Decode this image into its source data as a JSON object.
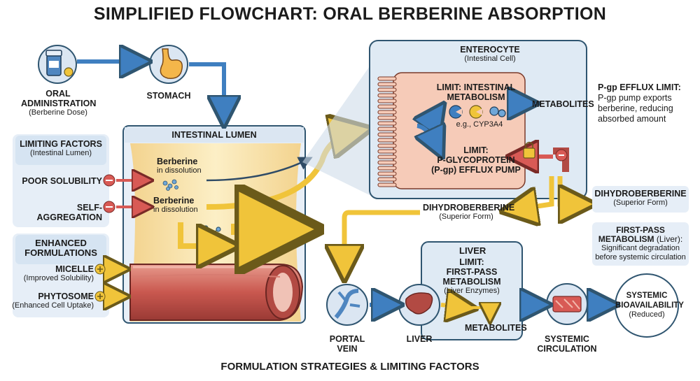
{
  "title": "SIMPLIFIED FLOWCHART: ORAL BERBERINE ABSORPTION",
  "footer": "FORMULATION STRATEGIES & LIMITING FACTORS",
  "oral": {
    "label1": "ORAL",
    "label2": "ADMINISTRATION",
    "sub": "(Berberine Dose)"
  },
  "stomach": {
    "label": "STOMACH"
  },
  "lumen": {
    "title": "INTESTINAL LUMEN",
    "berberine1": "Berberine",
    "berberine1_sub": "in dissolution",
    "berberine2": "Berberine",
    "berberine2_sub": "in dissolution"
  },
  "limiting": {
    "title": "LIMITING FACTORS",
    "sub": "(Intestinal Lumen)",
    "item1": "POOR SOLUBILITY",
    "item2": "SELF-AGGREGATION"
  },
  "enhanced": {
    "title1": "ENHANCED",
    "title2": "FORMULATIONS",
    "micelle": "MICELLE",
    "micelle_sub": "(Improved Solubility)",
    "phytosome": "PHYTOSOME",
    "phytosome_sub": "(Enhanced Cell Uptake)"
  },
  "enterocyte": {
    "title": "ENTEROCYTE",
    "sub": "(Intestinal Cell)",
    "limit1_a": "LIMIT: INTESTINAL",
    "limit1_b": "METABOLISM",
    "cyp": "e.g., CYP3A4",
    "limit2_a": "LIMIT:",
    "limit2_b": "P-GLYCOPROTEIN",
    "limit2_c": "(P-gp) EFFLUX PUMP",
    "metabolites": "METABOLITES"
  },
  "pgp": {
    "title": "P-gp EFFLUX LIMIT:",
    "line1": "P-gp pump exports",
    "line2": "berberine, reducing",
    "line3": "absorbed amount"
  },
  "dihydro_right": {
    "title": "DIHYDROBERBERINE",
    "sub": "(Superior Form)"
  },
  "dihydro_mid": {
    "title": "DIHYDROBERBERINE",
    "sub": "(Superior Form)"
  },
  "firstpass": {
    "title1": "FIRST-PASS",
    "title2": "METABOLISM",
    "title2_suffix": " (Liver):",
    "line1": "Significant degradation",
    "line2": "before systemic circulation"
  },
  "liver_box": {
    "title": "LIVER",
    "limit_a": "LIMIT:",
    "limit_b": "FIRST-PASS",
    "limit_c": "METABOLISM",
    "sub": "(Liver Enzymes)",
    "metabolites": "METABOLITES"
  },
  "portal": {
    "label": "PORTAL VEIN"
  },
  "liver": {
    "label": "LIVER"
  },
  "systemic_circ": {
    "label1": "SYSTEMIC",
    "label2": "CIRCULATION"
  },
  "bioavail": {
    "label1": "SYSTEMIC",
    "label2": "BIOAVAILABILITY",
    "sub": "(Reduced)"
  },
  "colors": {
    "blue": "#3f7fc0",
    "yellow": "#f0c43a",
    "red": "#d85a55",
    "navy": "#2f5570",
    "cell": "#f6cbb8",
    "panel": "#e6eef7"
  }
}
